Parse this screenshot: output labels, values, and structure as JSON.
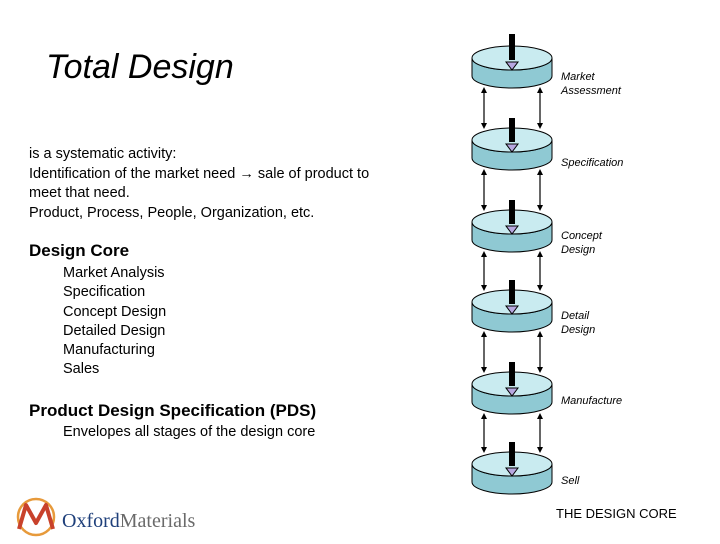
{
  "title": "Total Design",
  "intro_lines": [
    "is a systematic activity:",
    "Identification of the market need → sale of product to",
    "meet that need.",
    "Product, Process, People, Organization, etc."
  ],
  "design_core": {
    "heading": "Design Core",
    "items": [
      "Market Analysis",
      "Specification",
      "Concept Design",
      "Detailed Design",
      "Manufacturing",
      "Sales"
    ]
  },
  "pds": {
    "heading": "Product Design Specification (PDS)",
    "text": "Envelopes all stages of the design core"
  },
  "stages": [
    {
      "line1": "Market",
      "line2": "Assessment"
    },
    {
      "line1": "Specification",
      "line2": ""
    },
    {
      "line1": "Concept",
      "line2": "Design"
    },
    {
      "line1": "Detail",
      "line2": "Design"
    },
    {
      "line1": "Manufacture",
      "line2": ""
    },
    {
      "line1": "Sell",
      "line2": ""
    }
  ],
  "caption": "THE DESIGN CORE",
  "logo": {
    "text": "OxfordMaterials",
    "part1": "Oxford",
    "part2": "Materials"
  },
  "colors": {
    "disc_top": "#c9ebf0",
    "disc_side": "#8fc9d3",
    "logo_blue": "#1e3f7a",
    "logo_red": "#c8412b",
    "logo_orange": "#e79a3b"
  }
}
